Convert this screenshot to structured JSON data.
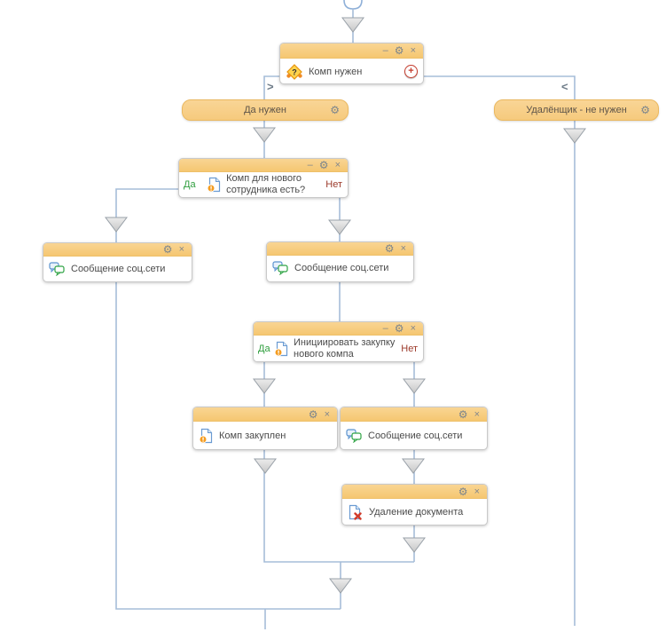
{
  "icons": {
    "minimize": "–",
    "gear": "⚙",
    "close": "×",
    "add": "+",
    "collapse_right": ">",
    "collapse_left": "<"
  },
  "labels": {
    "yes": "Да",
    "no": "Нет"
  },
  "nodes": {
    "komp_nuzhen": {
      "title": "Комп нужен"
    },
    "da_nuzhen": {
      "title": "Да нужен"
    },
    "udalenshchik_ne_nuzhen": {
      "title": "Удалёнщик - не нужен"
    },
    "komp_dlya_novogo": {
      "line1": "Комп для нового",
      "line2": "сотрудника есть?"
    },
    "soobshchenie_left": {
      "title": "Сообщение соц.сети"
    },
    "soobshchenie_mid": {
      "title": "Сообщение соц.сети"
    },
    "initsiirovat_zakupku": {
      "line1": "Инициировать закупку",
      "line2": "нового компа"
    },
    "komp_zakuplen": {
      "title": "Комп закуплен"
    },
    "soobshchenie_right": {
      "title": "Сообщение соц.сети"
    },
    "udalenie_dokumenta": {
      "title": "Удаление документа"
    }
  },
  "colors": {
    "header_orange": "#f7cb7e",
    "pill_orange": "#f8cf8a",
    "connector_blue": "#a6bdd9",
    "arrow_gray": "#d9d9d9",
    "yes_green": "#2f9e3e",
    "no_red": "#9c3a2a",
    "add_red": "#c43b2c",
    "warn_orange": "#f49c20",
    "delete_red": "#d23b2a"
  }
}
